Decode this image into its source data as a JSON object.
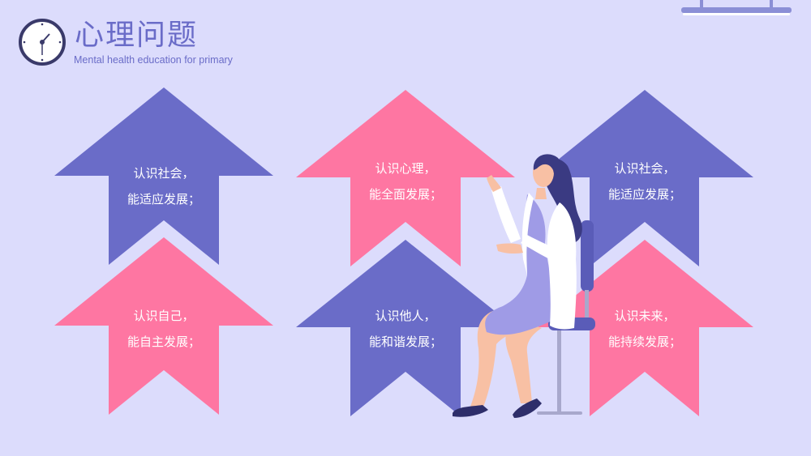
{
  "header": {
    "title": "心理问题",
    "subtitle": "Mental health education for primary",
    "icon": "clock-icon"
  },
  "colors": {
    "background": "#dcdcfc",
    "blue": "#6a6cc8",
    "pink": "#fe76a2",
    "text": "#ffffff"
  },
  "arrows": [
    {
      "color": "blue",
      "line1": "认识社会，",
      "line2": "能适应发展；"
    },
    {
      "color": "pink",
      "line1": "认识心理，",
      "line2": "能全面发展；"
    },
    {
      "color": "blue",
      "line1": "认识社会，",
      "line2": "能适应发展；"
    },
    {
      "color": "pink",
      "line1": "认识自己，",
      "line2": "能自主发展；"
    },
    {
      "color": "blue",
      "line1": "认识他人，",
      "line2": "能和谐发展；"
    },
    {
      "color": "pink",
      "line1": "认识未来，",
      "line2": "能持续发展；"
    }
  ],
  "illustration": "woman-sitting-on-chair-presenting"
}
